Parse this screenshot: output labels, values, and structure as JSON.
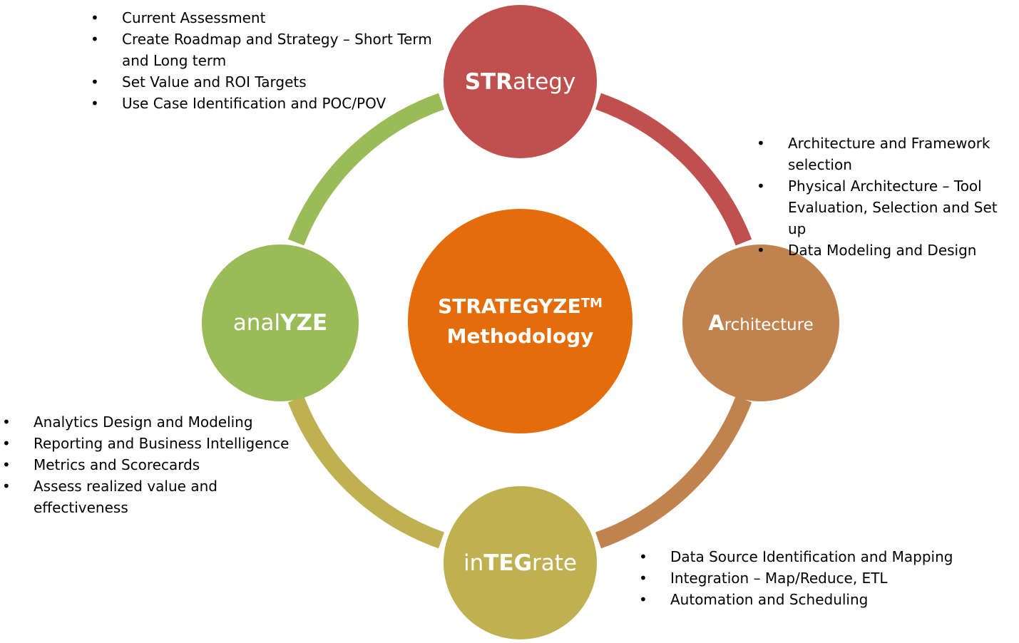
{
  "diagram": {
    "center": {
      "title": "STRATEGYZE",
      "trademark": "TM",
      "subtitle": "Methodology"
    },
    "stages": {
      "strategy": {
        "bold": "STR",
        "rest": "ategy"
      },
      "architecture": {
        "bold": "A",
        "rest": "rchitecture"
      },
      "integrate": {
        "pre": "in",
        "bold": "TEG",
        "rest": "rate"
      },
      "analyze": {
        "pre": "anal",
        "bold": "YZE"
      }
    },
    "bullets": {
      "strategy": [
        "Current Assessment",
        "Create Roadmap and Strategy – Short Term and Long term",
        "Set Value and ROI Targets",
        "Use Case Identification and POC/POV"
      ],
      "architecture": [
        "Architecture and Framework selection",
        "Physical Architecture – Tool Evaluation, Selection and Set up",
        "Data Modeling and Design"
      ],
      "integrate": [
        "Data Source Identification and Mapping",
        "Integration – Map/Reduce, ETL",
        "Automation and Scheduling"
      ],
      "analyze": [
        "Analytics Design and Modeling",
        "Reporting and Business Intelligence",
        "Metrics and Scorecards",
        "Assess realized value and effectiveness"
      ]
    },
    "colors": {
      "strategy": "#c0504d",
      "architecture": "#c0824f",
      "integrate": "#bfb052",
      "analyze": "#9bbb59",
      "center": "#e46c0a"
    }
  }
}
